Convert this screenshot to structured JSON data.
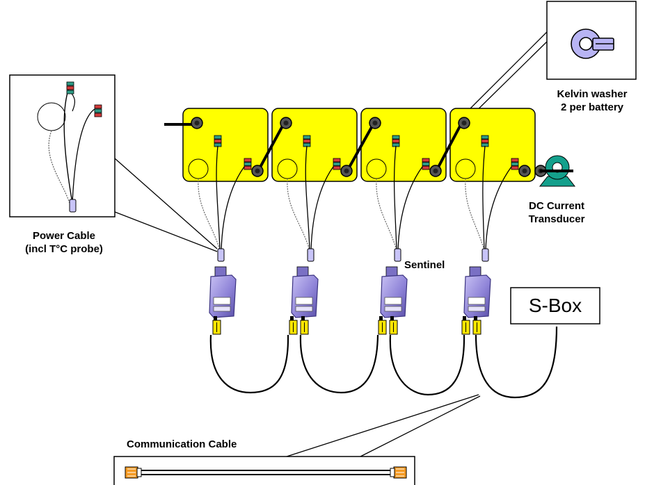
{
  "labels": {
    "kelvin_line1": "Kelvin washer",
    "kelvin_line2": "2 per battery",
    "power_line1": "Power Cable",
    "power_line2": "(incl T°C probe)",
    "dc_line1": "DC Current",
    "dc_line2": "Transducer",
    "sentinel": "Sentinel",
    "sbox": "S-Box",
    "comm_cable": "Communication Cable"
  },
  "colors": {
    "battery_fill": "#ffff00",
    "sentinel_body": "#8f84d8",
    "sentinel_dark": "#5a4fa8",
    "transducer": "#14a08c",
    "washer": "#b8b4f4",
    "plug_fill": "#c8c4f8",
    "connector": "#ffe600",
    "comm_connector": "#f59a22",
    "terminal_red": "#d23a3a",
    "terminal_green": "#2e9c86"
  },
  "icons": {
    "battery": "battery-icon",
    "sentinel": "sentinel-module-icon",
    "washer": "kelvin-washer-icon",
    "transducer": "current-transducer-icon",
    "sbox": "s-box-icon"
  }
}
